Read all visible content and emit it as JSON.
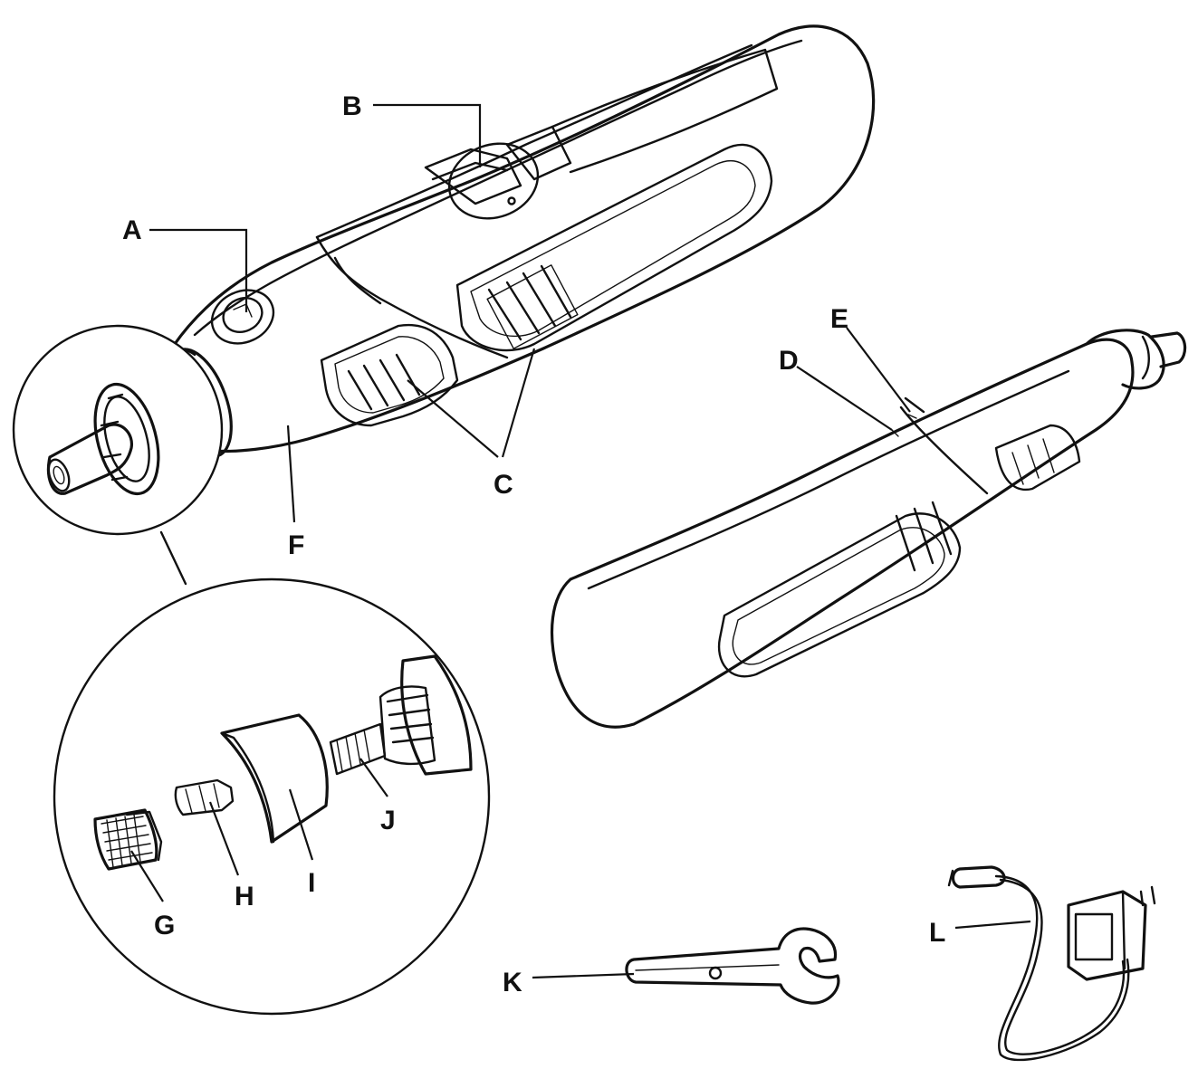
{
  "labels": {
    "a": "A",
    "b": "B",
    "c": "C",
    "d": "D",
    "e": "E",
    "f": "F",
    "g": "G",
    "h": "H",
    "i": "I",
    "j": "J",
    "k": "K",
    "l": "L"
  }
}
